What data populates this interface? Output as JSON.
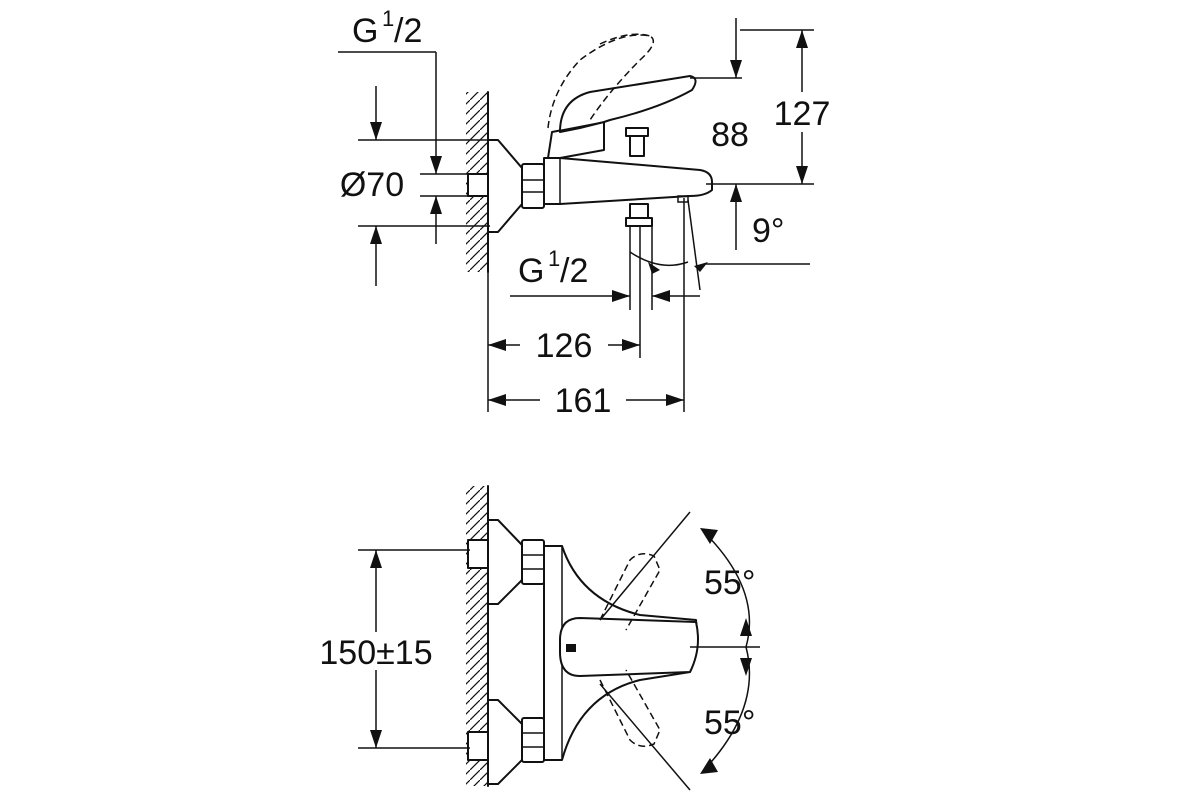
{
  "top_view": {
    "dims": {
      "thread_top": {
        "main": "G",
        "num": "1",
        "den": "/2"
      },
      "diameter": "Ø70",
      "height_total": "127",
      "height_spout": "88",
      "angle": "9°",
      "thread_bottom": {
        "main": "G",
        "num": "1",
        "den": "/2"
      },
      "depth_outlet": "126",
      "depth_spout": "161"
    }
  },
  "bottom_view": {
    "dims": {
      "center_distance": "150±15",
      "angle_upper": "55°",
      "angle_lower": "55°"
    }
  }
}
